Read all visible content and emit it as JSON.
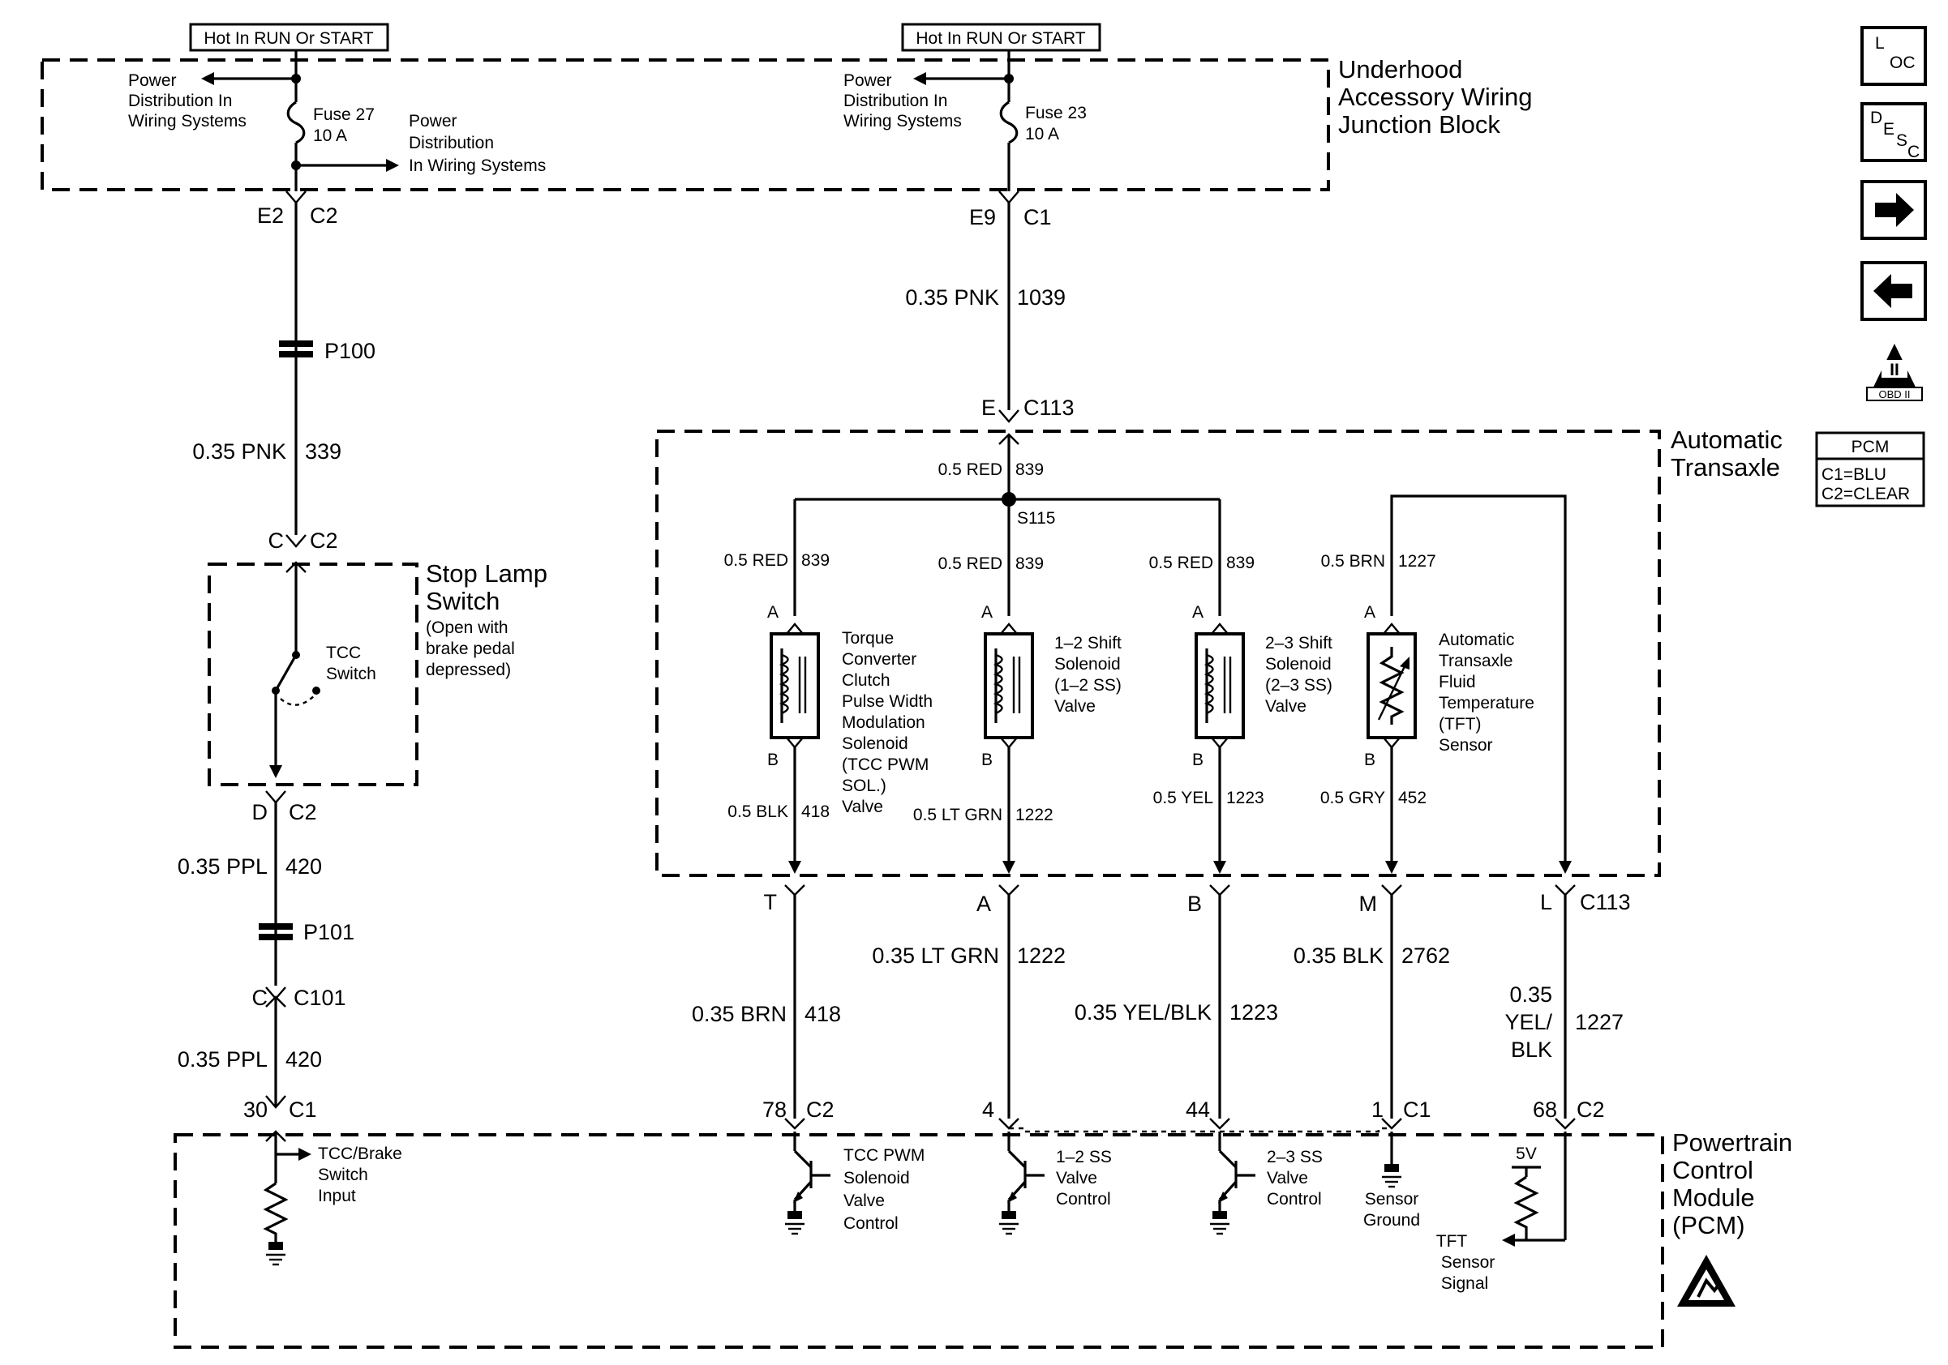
{
  "hot": {
    "left": "Hot In RUN Or START",
    "right": "Hot In RUN Or START"
  },
  "junction_block": {
    "line1": "Underhood",
    "line2": "Accessory Wiring",
    "line3": "Junction Block"
  },
  "power_dist_left": {
    "line1": "Power",
    "line2": "Distribution In",
    "line3": "Wiring Systems"
  },
  "power_dist_left2": {
    "line1": "Power",
    "line2": "Distribution",
    "line3": "In Wiring Systems"
  },
  "power_dist_right": {
    "line1": "Power",
    "line2": "Distribution In",
    "line3": "Wiring Systems"
  },
  "fuse_left": {
    "name": "Fuse 27",
    "rating": "10 A"
  },
  "fuse_right": {
    "name": "Fuse 23",
    "rating": "10 A"
  },
  "connectors": {
    "e2": "E2",
    "e2_c": "C2",
    "e9": "E9",
    "e9_c": "C1",
    "c_c2": "C",
    "c_c2_c": "C2",
    "d_c2": "D",
    "d_c2_c": "C2",
    "c101": "C",
    "c101_c": "C101",
    "p30": "30",
    "p30_c": "C1",
    "e_c113": "E",
    "e_c113_c": "C113",
    "t": "T",
    "a": "A",
    "b": "B",
    "m": "M",
    "l": "L",
    "l_c": "C113",
    "p78": "78",
    "p78_c": "C2",
    "p4": "4",
    "p44": "44",
    "p1": "1",
    "p1_c": "C1",
    "p68": "68",
    "p68_c": "C2"
  },
  "splices": {
    "p100": "P100",
    "p101": "P101",
    "s115": "S115"
  },
  "wires": {
    "pnk339": {
      "size": "0.35 PNK",
      "circuit": "339"
    },
    "pnk1039": {
      "size": "0.35 PNK",
      "circuit": "1039"
    },
    "ppl420a": {
      "size": "0.35 PPL",
      "circuit": "420"
    },
    "ppl420b": {
      "size": "0.35 PPL",
      "circuit": "420"
    },
    "red839_top": {
      "size": "0.5 RED",
      "circuit": "839"
    },
    "red839_1": {
      "size": "0.5 RED",
      "circuit": "839"
    },
    "red839_2": {
      "size": "0.5 RED",
      "circuit": "839"
    },
    "red839_3": {
      "size": "0.5 RED",
      "circuit": "839"
    },
    "brn1227": {
      "size": "0.5 BRN",
      "circuit": "1227"
    },
    "blk418": {
      "size": "0.5 BLK",
      "circuit": "418"
    },
    "ltgrn1222_in": {
      "size": "0.5 LT GRN",
      "circuit": "1222"
    },
    "yel1223_in": {
      "size": "0.5 YEL",
      "circuit": "1223"
    },
    "gry452": {
      "size": "0.5 GRY",
      "circuit": "452"
    },
    "brn418": {
      "size": "0.35 BRN",
      "circuit": "418"
    },
    "ltgrn1222": {
      "size": "0.35 LT GRN",
      "circuit": "1222"
    },
    "yelblk1223": {
      "size": "0.35 YEL/BLK",
      "circuit": "1223"
    },
    "blk2762": {
      "size": "0.35 BLK",
      "circuit": "2762"
    },
    "yelblk1227": {
      "line1": "0.35",
      "line2": "YEL/",
      "line3": "BLK",
      "circuit": "1227"
    }
  },
  "stop_lamp": {
    "line1": "Stop Lamp",
    "line2": "Switch",
    "line3": "(Open with",
    "line4": "brake pedal",
    "line5": "depressed)",
    "tcc1": "TCC",
    "tcc2": "Switch"
  },
  "transaxle": {
    "line1": "Automatic",
    "line2": "Transaxle"
  },
  "components": {
    "tcc": [
      "Torque",
      "Converter",
      "Clutch",
      "Pulse Width",
      "Modulation",
      "Solenoid",
      "(TCC PWM",
      "SOL.)",
      "Valve"
    ],
    "ss12": [
      "1–2 Shift",
      "Solenoid",
      "(1–2 SS)",
      "Valve"
    ],
    "ss23": [
      "2–3 Shift",
      "Solenoid",
      "(2–3 SS)",
      "Valve"
    ],
    "tft": [
      "Automatic",
      "Transaxle",
      "Fluid",
      "Temperature",
      "(TFT)",
      "Sensor"
    ]
  },
  "pins": {
    "a": "A",
    "b": "B"
  },
  "pcm": {
    "line1": "Powertrain",
    "line2": "Control",
    "line3": "Module",
    "line4": "(PCM)",
    "tcc_brake": [
      "TCC/Brake",
      "Switch",
      "Input"
    ],
    "tcc_pwm": [
      "TCC PWM",
      "Solenoid",
      "Valve",
      "Control"
    ],
    "ss12": [
      "1–2 SS",
      "Valve",
      "Control"
    ],
    "ss23": [
      "2–3 SS",
      "Valve",
      "Control"
    ],
    "sensor_ground": [
      "Sensor",
      "Ground"
    ],
    "tft_signal": [
      "TFT",
      "Sensor",
      "Signal"
    ],
    "v5": "5V"
  },
  "side_icons": {
    "loc_main": "L",
    "loc_sub": "OC",
    "desc_main": "D",
    "desc_sub1": "E",
    "desc_sub2": "S",
    "desc_sub3": "C",
    "obd_roman": "II",
    "obd_label": "OBD II"
  },
  "pcm_legend": {
    "title": "PCM",
    "c1": "C1=BLU",
    "c2": "C2=CLEAR"
  }
}
